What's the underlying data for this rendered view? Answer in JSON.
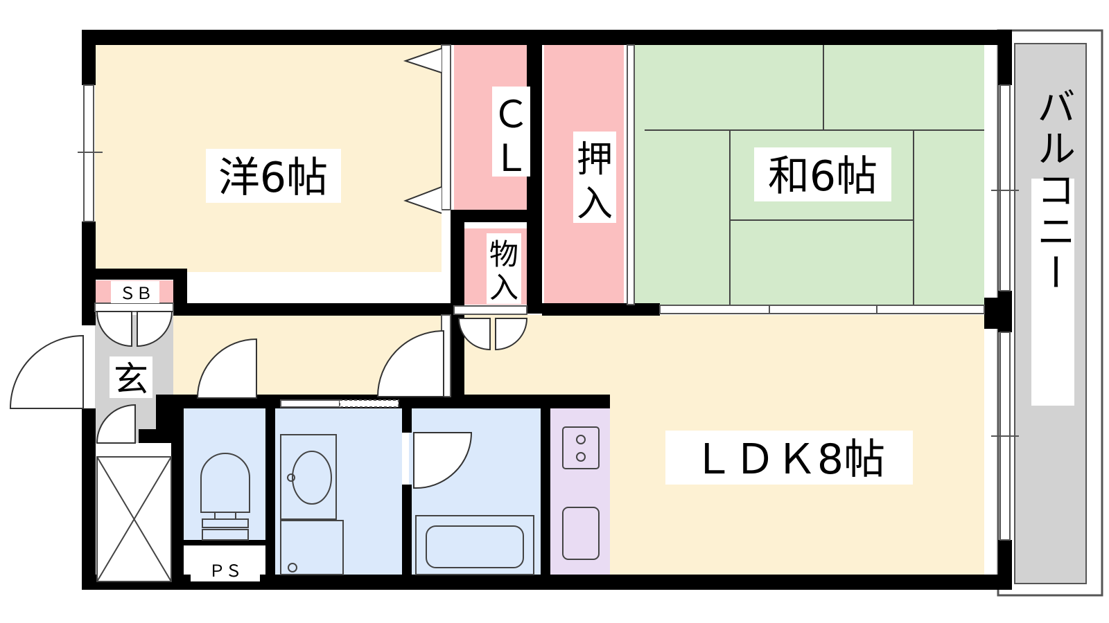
{
  "rooms": {
    "western": "洋6帖",
    "japanese": "和6帖",
    "ldk": "ＬＤＫ8帖",
    "closet_c": "Ｃ",
    "closet_l": "Ｌ",
    "oshiire_1": "押",
    "oshiire_2": "入",
    "storage_1": "物",
    "storage_2": "入",
    "entrance": "玄",
    "shoe_box": "ＳＢ",
    "pipe_space": "ＰＳ",
    "balcony": "バルコニー"
  },
  "colors": {
    "wall": "#000000",
    "wood_floor": "#fdf1d3",
    "closet": "#fbbfc0",
    "tatami": "#d3eacb",
    "wet_area": "#dbe9fb",
    "kitchen": "#e9dcf3",
    "balcony": "#d2d2d2",
    "entrance": "#d2d2d2"
  },
  "icons": [
    "door-swing-icon",
    "toilet-icon",
    "sink-icon",
    "bathtub-icon",
    "stove-icon",
    "kitchen-sink-icon",
    "shoe-box-icon"
  ]
}
